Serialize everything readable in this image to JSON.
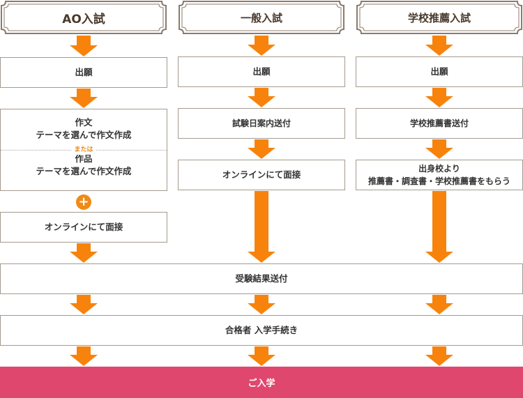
{
  "headers": [
    "AO入試",
    "一般入試",
    "学校推薦入試"
  ],
  "ao": {
    "apply": "出願",
    "essay_title": "作文",
    "essay_detail": "テーマを選んで作文作成",
    "or_label": "または",
    "work_title": "作品",
    "work_detail": "テーマを選んで作文作成",
    "plus": "+",
    "interview": "オンラインにて面接"
  },
  "general": {
    "apply": "出願",
    "send_date": "試験日案内送付",
    "interview": "オンラインにて面接"
  },
  "school": {
    "apply": "出願",
    "send_rec": "学校推薦書送付",
    "get_line1": "出身校より",
    "get_line2": "推薦書・調査書・学校推薦書をもらう"
  },
  "shared": {
    "result": "受験結果送付",
    "procedure": "合格者 入学手続き",
    "enroll": "ご入学"
  },
  "colors": {
    "arrow": "#f7830c",
    "enroll": "#e0476f",
    "header_border": "#8c7b6b"
  }
}
